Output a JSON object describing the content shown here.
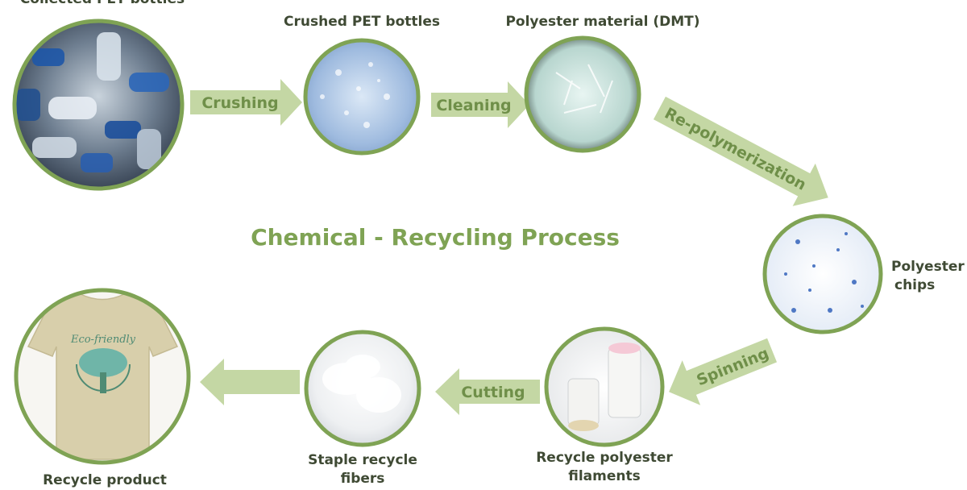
{
  "title": "Chemical - Recycling Process",
  "nodes": {
    "collected": "Collected PET bottles",
    "crushed": "Crushed PET bottles",
    "dmt": "Polyester material (DMT)",
    "chips_line1": "Polyester",
    "chips_line2": "chips",
    "filaments_line1": "Recycle polyester",
    "filaments_line2": "filaments",
    "staple_line1": "Staple recycle",
    "staple_line2": "fibers",
    "product": "Recycle product"
  },
  "steps": {
    "crushing": "Crushing",
    "cleaning": "Cleaning",
    "repolymerization": "Re-polymerization",
    "spinning": "Spinning",
    "cutting": "Cutting"
  },
  "tshirt_text": "Eco-friendly",
  "colors": {
    "ring": "#7fa354",
    "arrow": "#c4d7a4",
    "arrow_text": "#6f8f49",
    "label": "#3f4a34"
  }
}
